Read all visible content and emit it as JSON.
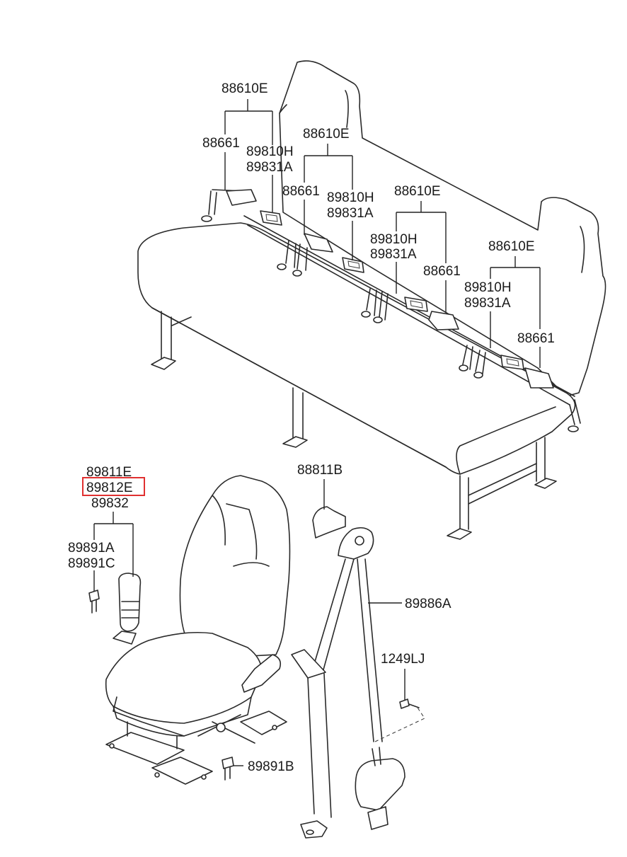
{
  "diagram": {
    "highlight_color": "#e03030",
    "labels": {
      "rear_top_assy": "88610E",
      "rear_left_anchor": "88661",
      "rear_left_belt_1": "89810H",
      "rear_left_belt_2": "89831A",
      "rear_mid_assy": "88610E",
      "rear_mid_anchor": "88661",
      "rear_mid_belt_1": "89810H",
      "rear_mid_belt_2": "89831A",
      "rear_center_assy": "88610E",
      "rear_center_belt_1": "89810H",
      "rear_center_belt_2": "89831A",
      "rear_center_anchor": "88661",
      "rear_right_assy": "88610E",
      "rear_right_belt_1": "89810H",
      "rear_right_belt_2": "89831A",
      "rear_right_anchor": "88661",
      "buckle_part_1": "89811E",
      "buckle_part_2": "89812E",
      "buckle_part_3": "89832",
      "buckle_bolt_1": "89891A",
      "buckle_bolt_2": "89891C",
      "cover": "88811B",
      "front_belt": "89886A",
      "retractor_bolt": "1249LJ",
      "seat_bolt": "89891B"
    }
  }
}
